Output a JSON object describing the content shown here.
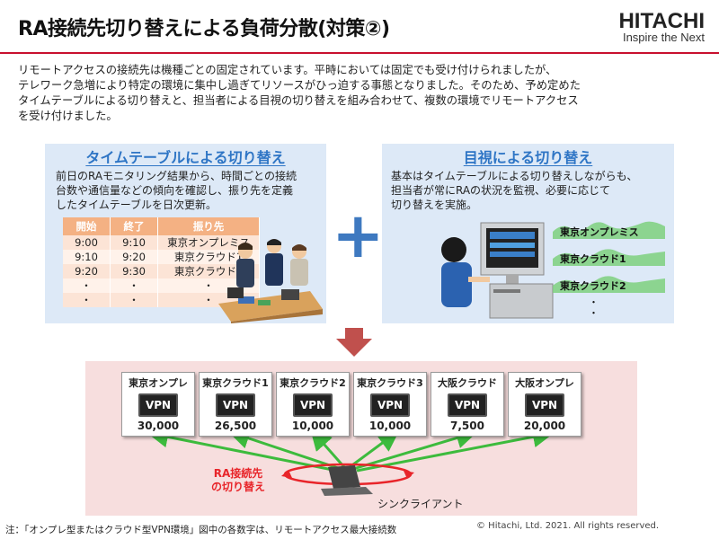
{
  "header": {
    "title": "RA接続先切り替えによる負荷分散(対策②)",
    "logo_brand": "HITACHI",
    "logo_tagline": "Inspire the Next"
  },
  "intro": {
    "line1": "リモートアクセスの接続先は機種ごとの固定されています。平時においては固定でも受け付けられましたが、",
    "line2": "テレワーク急増により特定の環境に集中し過ぎてリソースがひっ迫する事態となりました。そのため、予め定めた",
    "line3": "タイムテーブルによる切り替えと、担当者による目視の切り替えを組み合わせて、複数の環境でリモートアクセス",
    "line4": "を受け付けました。"
  },
  "left_panel": {
    "title": "タイムテーブルによる切り替え",
    "desc1": "前日のRAモニタリング結果から、時間ごとの接続",
    "desc2": "台数や通信量などの傾向を確認し、振り先を定義",
    "desc3": "したタイムテーブルを日次更新。",
    "table": {
      "headers": [
        "開始",
        "終了",
        "振り先"
      ],
      "rows": [
        [
          "9:00",
          "9:10",
          "東京オンプレミス"
        ],
        [
          "9:10",
          "9:20",
          "東京クラウド1"
        ],
        [
          "9:20",
          "9:30",
          "東京クラウド2"
        ],
        [
          "・",
          "・",
          "・"
        ],
        [
          "・",
          "・",
          "・"
        ]
      ]
    }
  },
  "right_panel": {
    "title": "目視による切り替え",
    "desc1": "基本はタイムテーブルによる切り替えしながらも、",
    "desc2": "担当者が常にRAの状況を監視、必要に応じて",
    "desc3": "切り替えを実施。",
    "monitor_labels": [
      "東京オンプレミス",
      "東京クラウド1",
      "東京クラウド2"
    ],
    "ellipsis": "・"
  },
  "plus_symbol": "+",
  "environments": [
    {
      "name": "東京オンプレ",
      "chip": "VPN",
      "capacity": "30,000"
    },
    {
      "name": "東京クラウド1",
      "chip": "VPN",
      "capacity": "26,500"
    },
    {
      "name": "東京クラウド2",
      "chip": "VPN",
      "capacity": "10,000"
    },
    {
      "name": "東京クラウド3",
      "chip": "VPN",
      "capacity": "10,000"
    },
    {
      "name": "大阪クラウド",
      "chip": "VPN",
      "capacity": "7,500"
    },
    {
      "name": "大阪オンプレ",
      "chip": "VPN",
      "capacity": "20,000"
    }
  ],
  "switch_label_1": "RA接続先",
  "switch_label_2": "の切り替え",
  "client_label": "シンクライアント",
  "footer": {
    "note": "注：「オンプレ型またはクラウド型VPN環境」図中の各数字は、リモートアクセス最大接続数",
    "copyright": "© Hitachi, Ltd. 2021. All rights reserved."
  },
  "colors": {
    "accent_red": "#c8102e",
    "panel_blue": "#dde9f7",
    "title_blue": "#2e75c5",
    "table_header": "#f4b183",
    "arrow_green": "#3dbb3d",
    "bottom_bg": "#f7dede",
    "down_arrow": "#c0504d"
  },
  "icons": {
    "plus": "plus-icon",
    "down_arrow": "down-arrow-icon",
    "cycle": "cycle-arrow-icon",
    "laptop": "laptop-icon",
    "office_workers": "office-workers-illustration",
    "monitoring_operator": "monitoring-operator-illustration"
  }
}
